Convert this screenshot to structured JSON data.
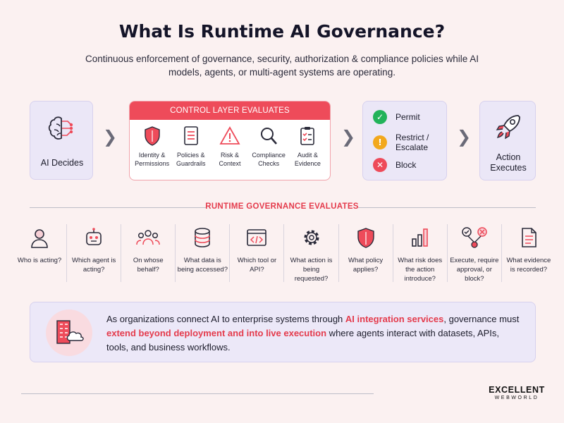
{
  "header": {
    "title": "What Is Runtime AI Governance?",
    "subtitle": "Continuous enforcement of governance, security, authorization & compliance policies while AI models, agents, or multi-agent systems are operating."
  },
  "flow": {
    "ai_decides": {
      "label": "AI Decides",
      "icon": "brain-icon"
    },
    "control_layer": {
      "title": "CONTROL LAYER EVALUATES",
      "items": [
        {
          "label": "Identity & Permissions",
          "icon": "shield-icon"
        },
        {
          "label": "Policies & Guardrails",
          "icon": "document-icon"
        },
        {
          "label": "Risk & Context",
          "icon": "warning-icon"
        },
        {
          "label": "Compliance Checks",
          "icon": "magnifier-icon"
        },
        {
          "label": "Audit & Evidence",
          "icon": "clipboard-check-icon"
        }
      ]
    },
    "decisions": [
      {
        "label": "Permit",
        "icon": "check-icon",
        "color": "#22b35a",
        "symbol": "✓"
      },
      {
        "label": "Restrict / Escalate",
        "icon": "exclamation-icon",
        "color": "#f2a81d",
        "symbol": "!"
      },
      {
        "label": "Block",
        "icon": "x-icon",
        "color": "#ee4b5a",
        "symbol": "✕"
      }
    ],
    "action": {
      "label": "Action Executes",
      "icon": "rocket-icon"
    },
    "arrow": "❯"
  },
  "runtime": {
    "title": "RUNTIME GOVERNANCE EVALUATES",
    "questions": [
      {
        "label": "Who is acting?",
        "icon": "person-icon"
      },
      {
        "label": "Which agent is acting?",
        "icon": "robot-icon"
      },
      {
        "label": "On whose behalf?",
        "icon": "group-icon"
      },
      {
        "label": "What data is being accessed?",
        "icon": "database-icon"
      },
      {
        "label": "Which tool or API?",
        "icon": "code-window-icon"
      },
      {
        "label": "What action is being requested?",
        "icon": "gear-icon"
      },
      {
        "label": "What policy applies?",
        "icon": "shield-icon"
      },
      {
        "label": "What risk does the action introduce?",
        "icon": "bar-chart-icon"
      },
      {
        "label": "Execute, require approval, or block?",
        "icon": "decision-icon"
      },
      {
        "label": "What evidence is recorded?",
        "icon": "document-icon"
      }
    ]
  },
  "info": {
    "t1": "As organizations connect AI to enterprise systems through ",
    "h1": "AI integration services",
    "t2": ", governance must ",
    "h2": "extend beyond deployment and into live execution",
    "t3": " where agents interact with datasets, APIs, tools, and business workflows."
  },
  "logo": {
    "line1": "EXCELLENT",
    "line2": "WEBWORLD"
  },
  "colors": {
    "accent": "#ee4b5a",
    "panel": "#ebe7f7",
    "background": "#fbf1f1"
  }
}
